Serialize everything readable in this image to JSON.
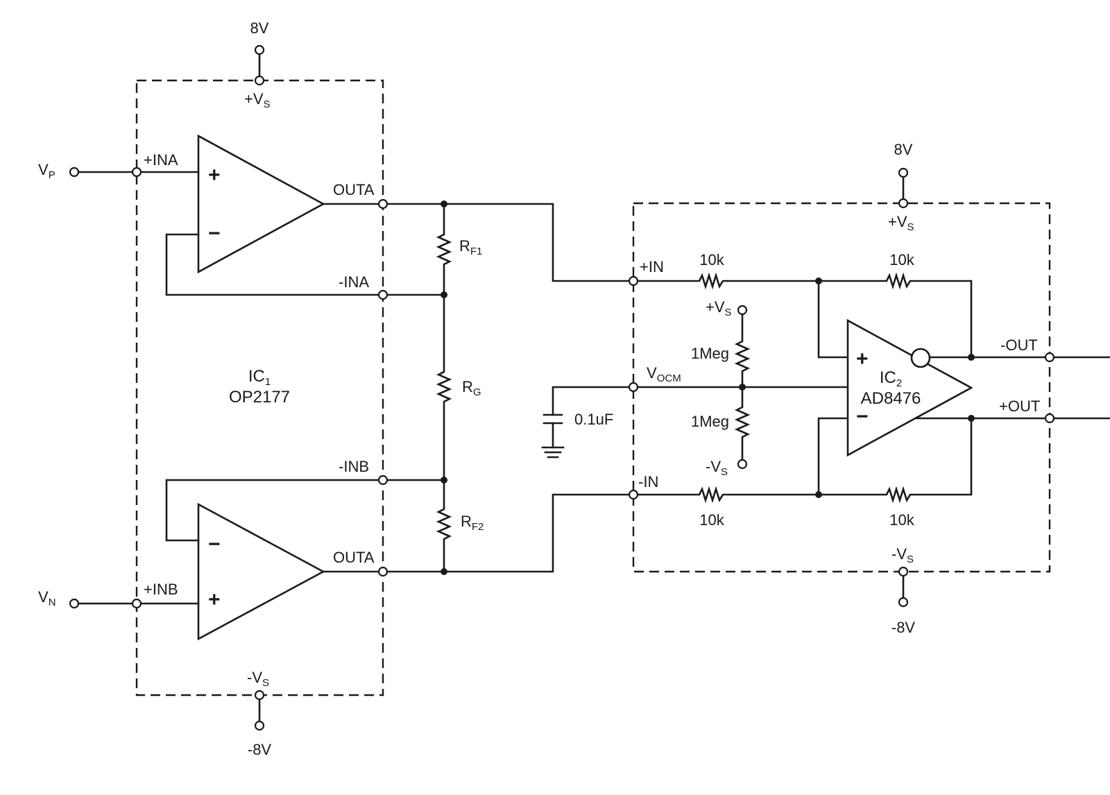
{
  "ic1": {
    "ref": "IC",
    "ref_sub": "1",
    "part": "OP2177",
    "supply_pos_label": "+V",
    "supply_pos_sub": "S",
    "supply_pos_value": "8V",
    "supply_neg_label": "-V",
    "supply_neg_sub": "S",
    "supply_neg_value": "-8V",
    "pins": {
      "plus_in_a": "+INA",
      "minus_in_a": "-INA",
      "out_a": "OUTA",
      "minus_in_b": "-INB",
      "plus_in_b": "+INB",
      "out_b": "OUTA"
    }
  },
  "inputs": {
    "vp": "V",
    "vp_sub": "P",
    "vn": "V",
    "vn_sub": "N"
  },
  "resistors": {
    "rf1": "R",
    "rf1_sub": "F1",
    "rg": "R",
    "rg_sub": "G",
    "rf2": "R",
    "rf2_sub": "F2"
  },
  "capacitor": {
    "value": "0.1uF"
  },
  "ic2": {
    "ref": "IC",
    "ref_sub": "2",
    "part": "AD8476",
    "supply_pos_label": "+V",
    "supply_pos_sub": "S",
    "supply_pos_value": "8V",
    "supply_neg_label": "-V",
    "supply_neg_sub": "S",
    "supply_neg_value": "-8V",
    "pins": {
      "plus_in": "+IN",
      "minus_in": "-IN",
      "vocm": "V",
      "vocm_sub": "OCM",
      "minus_out": "-OUT",
      "plus_out": "+OUT"
    },
    "resistors": {
      "r_in_top": "10k",
      "r_fb_top": "10k",
      "r_in_bot": "10k",
      "r_fb_bot": "10k",
      "r_div_top": "1Meg",
      "r_div_bot": "1Meg"
    },
    "divider_top_label": "+V",
    "divider_top_sub": "S",
    "divider_bot_label": "-V",
    "divider_bot_sub": "S"
  },
  "opamp_signs": {
    "plus": "+",
    "minus": "−"
  }
}
